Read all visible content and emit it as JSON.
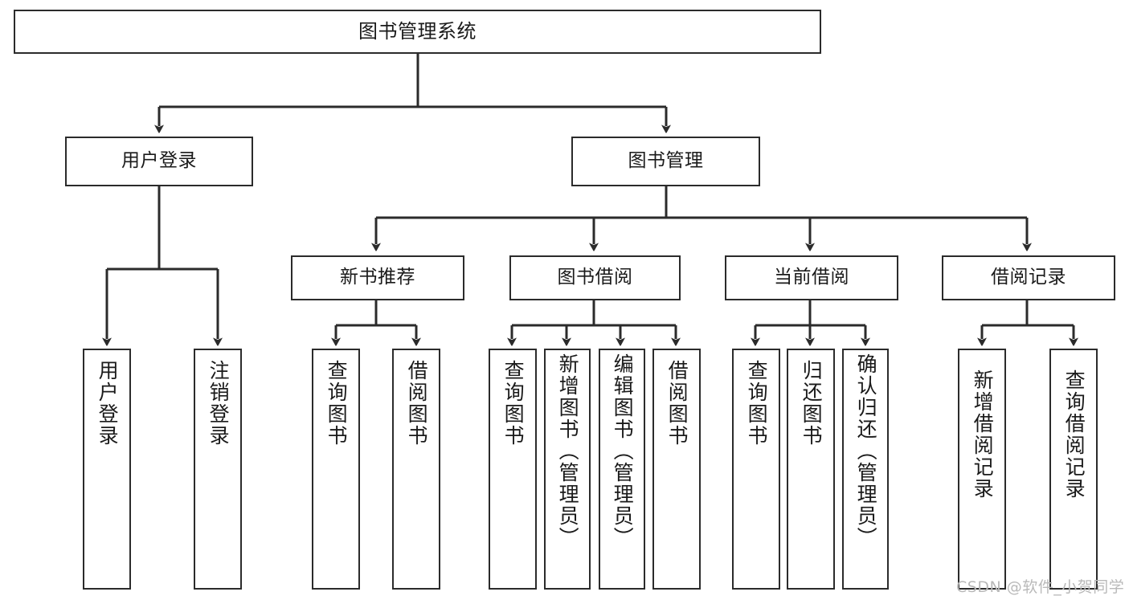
{
  "diagram": {
    "title": "图书管理系统",
    "type": "tree-hierarchy-chart",
    "watermark": "CSDN @软件_小贺同学",
    "colors": {
      "stroke": "#2b2b2b",
      "fill": "#ffffff",
      "text": "#1a1a1a",
      "watermark": "#b9b9b9"
    },
    "levels": {
      "root": {
        "label": "图书管理系统"
      },
      "level2": [
        {
          "id": "user-login",
          "label": "用户登录"
        },
        {
          "id": "book-manage",
          "label": "图书管理"
        }
      ],
      "level3": [
        {
          "id": "new-book-recommend",
          "label": "新书推荐"
        },
        {
          "id": "book-borrow",
          "label": "图书借阅"
        },
        {
          "id": "current-borrow",
          "label": "当前借阅"
        },
        {
          "id": "borrow-record",
          "label": "借阅记录"
        }
      ],
      "leaves": {
        "user-login": [
          {
            "id": "leaf-user-login",
            "label": "用户登录"
          },
          {
            "id": "leaf-logout-login",
            "label": "注销登录"
          }
        ],
        "new-book-recommend": [
          {
            "id": "leaf-query-book-1",
            "label": "查询图书"
          },
          {
            "id": "leaf-borrow-book-1",
            "label": "借阅图书"
          }
        ],
        "book-borrow": [
          {
            "id": "leaf-query-book-2",
            "label": "查询图书"
          },
          {
            "id": "leaf-add-book-admin",
            "label": "新增图书（管理员）"
          },
          {
            "id": "leaf-edit-book-admin",
            "label": "编辑图书（管理员）"
          },
          {
            "id": "leaf-borrow-book-2",
            "label": "借阅图书"
          }
        ],
        "current-borrow": [
          {
            "id": "leaf-query-book-3",
            "label": "查询图书"
          },
          {
            "id": "leaf-return-book",
            "label": "归还图书"
          },
          {
            "id": "leaf-confirm-return-admin",
            "label": "确认归还（管理员）"
          }
        ],
        "borrow-record": [
          {
            "id": "leaf-add-borrow-record",
            "label": "新增借阅记录"
          },
          {
            "id": "leaf-query-borrow-record",
            "label": "查询借阅记录"
          }
        ]
      }
    }
  }
}
